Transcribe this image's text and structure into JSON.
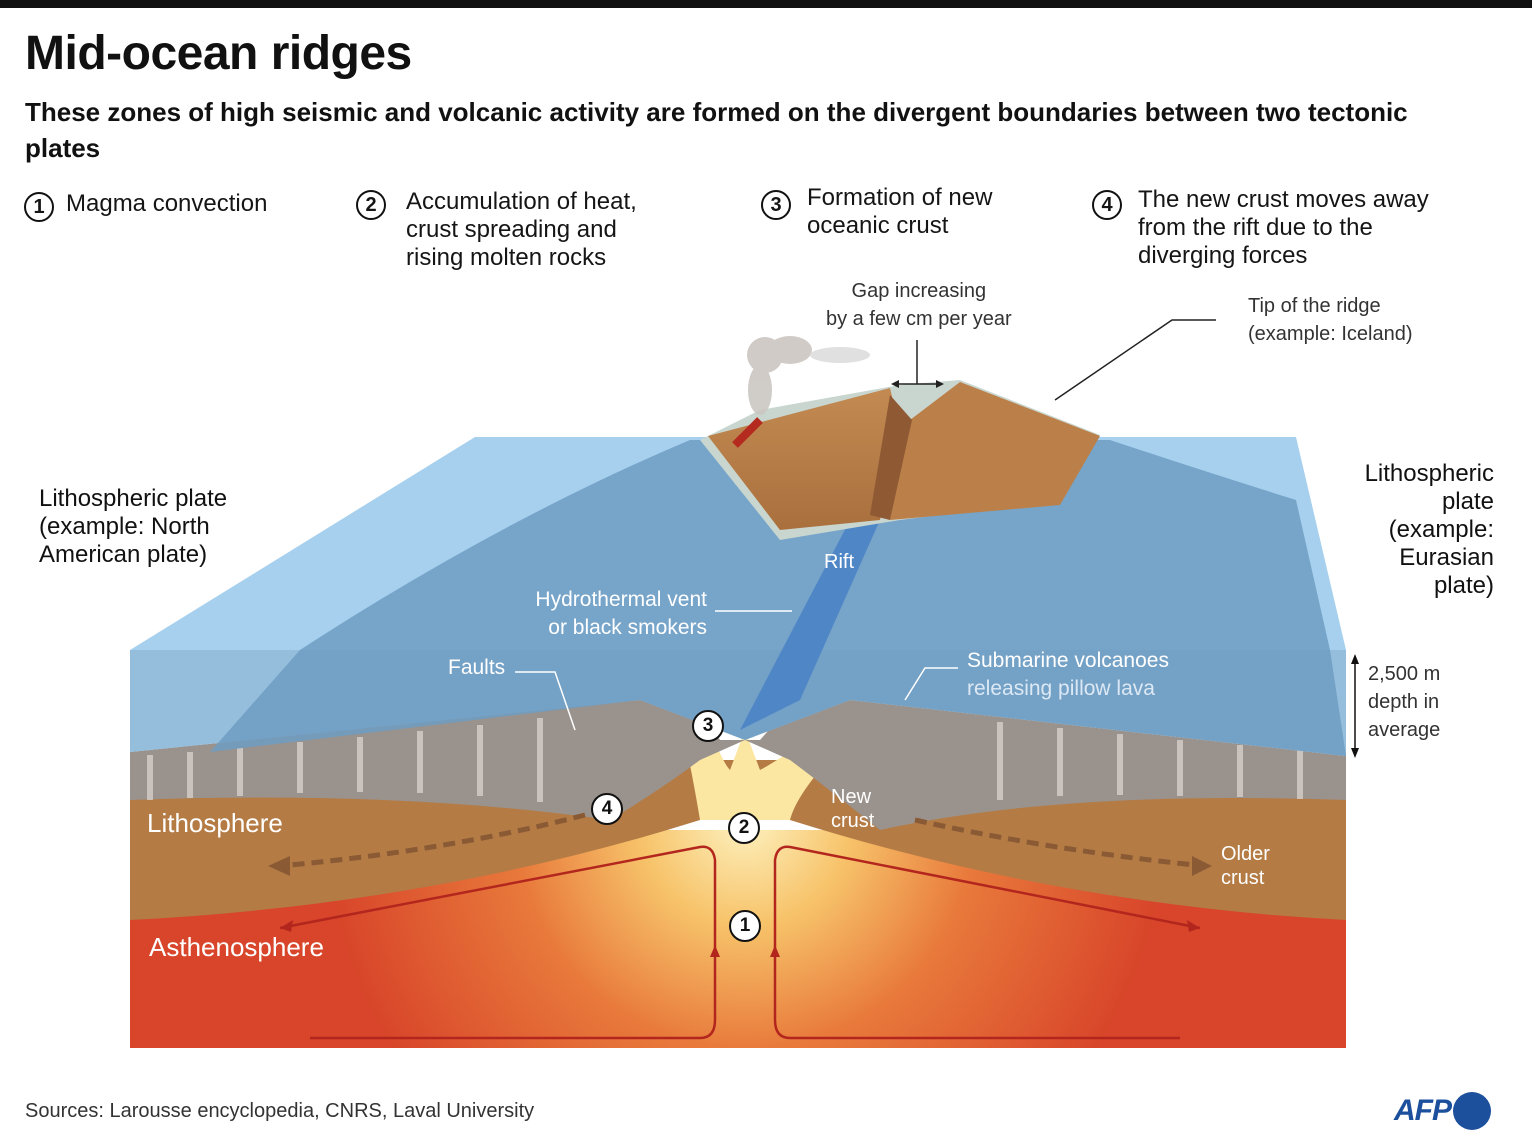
{
  "header": {
    "title": "Mid-ocean ridges",
    "subtitle": "These zones of high seismic and volcanic activity are formed on the divergent boundaries between two tectonic plates"
  },
  "steps": [
    {
      "num": "1",
      "text": "Magma convection"
    },
    {
      "num": "2",
      "text": "Accumulation of heat,\ncrust spreading and\nrising molten rocks"
    },
    {
      "num": "3",
      "text": "Formation of new\noceanic crust"
    },
    {
      "num": "4",
      "text": "The new crust moves away\nfrom the rift due to the\ndiverging forces"
    }
  ],
  "diagram": {
    "labels": {
      "gap": "Gap increasing\nby a few cm per  year",
      "tip": "Tip of the ridge\n(example: Iceland)",
      "plate_left": "Lithospheric plate\n(example: North\n American plate)",
      "plate_right": "Lithospheric\nplate\n(example:\nEurasian\nplate)",
      "rift": "Rift",
      "hydrothermal": "Hydrothermal vent\nor black smokers",
      "faults": "Faults",
      "submarine_title": "Submarine volcanoes",
      "submarine_sub": "releasing pillow lava",
      "depth": "2,500 m\ndepth in\naverage",
      "lithosphere": "Lithosphere",
      "asthenosphere": "Asthenosphere",
      "new_crust": "New\ncrust",
      "older_crust": "Older\ncrust"
    },
    "markers": [
      "1",
      "2",
      "3",
      "4"
    ],
    "colors": {
      "ocean_light": "#9ccbec",
      "ocean_mid": "#77a4c7",
      "seafloor": "#6f9cc2",
      "rock_gray": "#9a938d",
      "lithosphere": "#b47b45",
      "asthenosphere": "#d9492b",
      "magma_core": "#fbe7a6",
      "island": "#b97d48",
      "arrow_red": "#b3261e"
    }
  },
  "footer": {
    "sources": "Sources: Larousse encyclopedia, CNRS, Laval University",
    "logo": "AFP"
  }
}
